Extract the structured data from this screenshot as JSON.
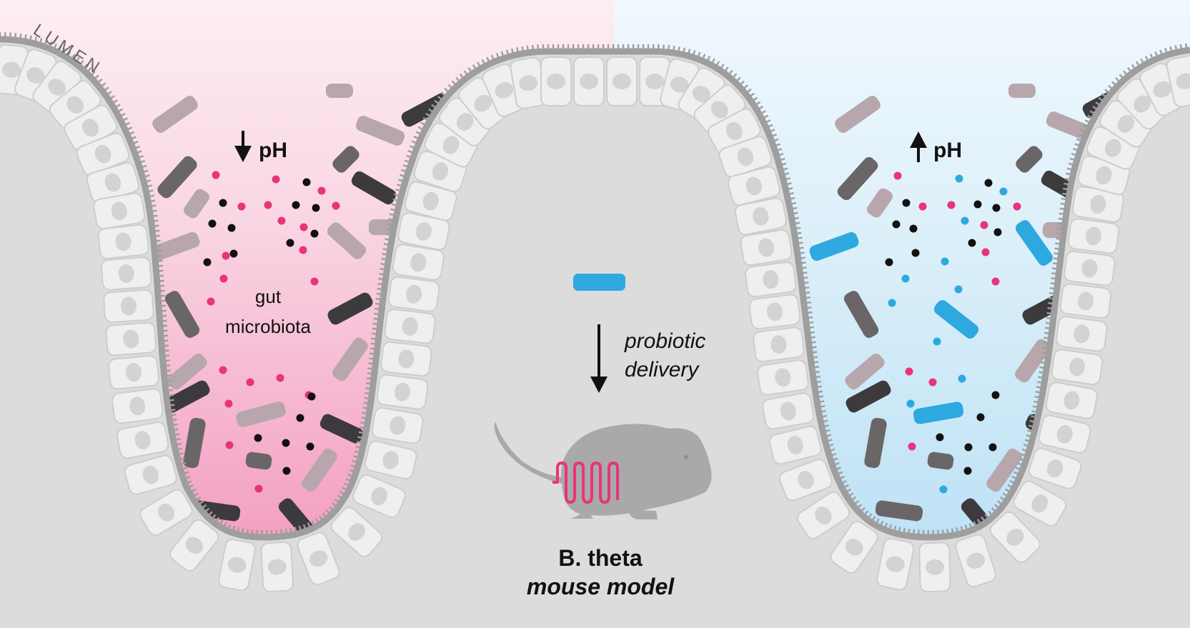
{
  "labels": {
    "lumen": "LUMEN",
    "left_ph": "pH",
    "right_ph": "pH",
    "gut_line1": "gut",
    "gut_line2": "microbiota",
    "delivery_line1": "probiotic",
    "delivery_line2": "delivery",
    "model_line1": "B. theta",
    "model_line2": "mouse model"
  },
  "left_panel": {
    "ph_direction": "down",
    "tint": "#f48fb8"
  },
  "right_panel": {
    "ph_direction": "up",
    "tint": "#b9e1f6"
  },
  "colors": {
    "tissue": "#dcdcdc",
    "epithelium_band": "#9e9e9e",
    "cell_fill": "#efefef",
    "cell_stroke": "#cdcdcd",
    "probiotic_blue": "#2ea9e0",
    "acid_pink": "#e8347a",
    "mouse": "#a9a9a9",
    "gut_squiggle": "#e8347a",
    "bacteria_dark": "#3d3a3d",
    "bacteria_mid": "#6a6567",
    "bacteria_light": "#b7a7ad"
  },
  "icons": [
    "down-arrow-icon",
    "up-arrow-icon",
    "mouse-icon",
    "intestine-icon",
    "probiotic-rod-icon"
  ]
}
